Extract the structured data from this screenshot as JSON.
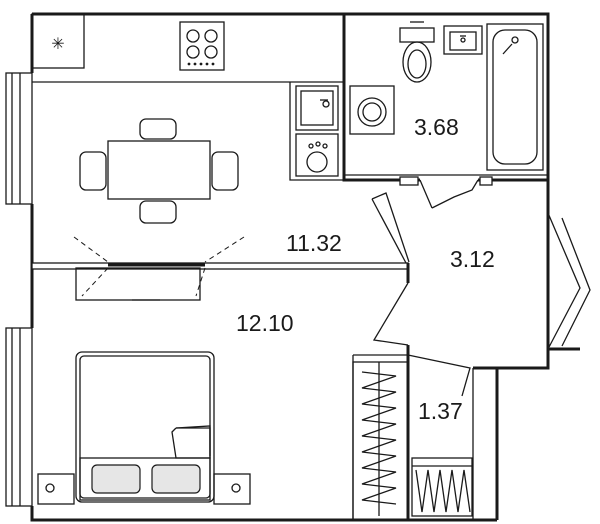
{
  "rooms": [
    {
      "id": "kitchen",
      "area": "11.32"
    },
    {
      "id": "bathroom",
      "area": "3.68"
    },
    {
      "id": "hallway",
      "area": "3.12"
    },
    {
      "id": "bedroom",
      "area": "12.10"
    },
    {
      "id": "wardrobe",
      "area": "1.37"
    }
  ]
}
